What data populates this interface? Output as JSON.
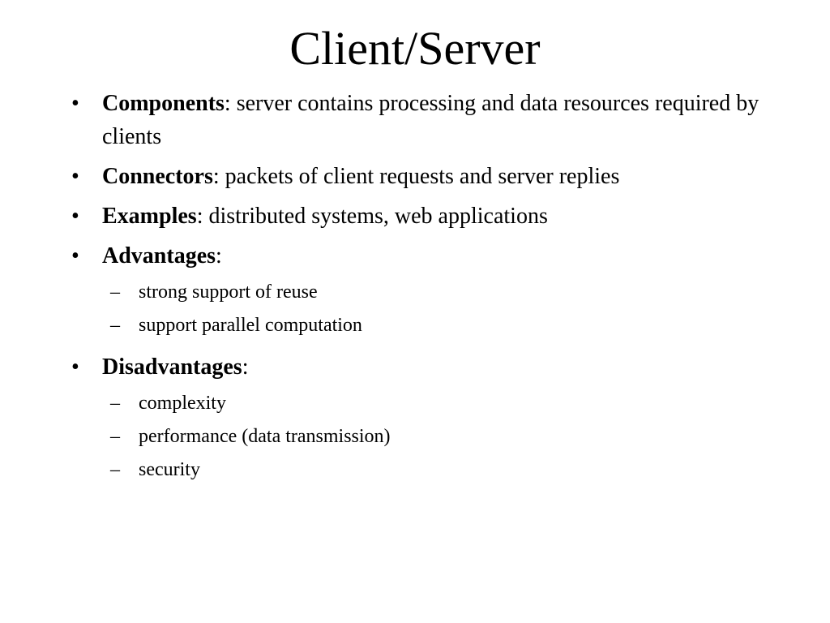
{
  "slide": {
    "title": "Client/Server",
    "bullet_symbol": "•",
    "dash_symbol": "–",
    "items": [
      {
        "term": "Components",
        "colon": ":",
        "text": " server contains processing and data resources required by clients"
      },
      {
        "term": "Connectors",
        "colon": ":",
        "text": " packets of client requests and server replies"
      },
      {
        "term": "Examples",
        "colon": ":",
        "text": " distributed systems, web applications"
      },
      {
        "term": "Advantages",
        "colon": ":",
        "text": "",
        "subitems": [
          "strong support of reuse",
          "support parallel computation"
        ]
      },
      {
        "term": "Disadvantages",
        "colon": ":",
        "text": "",
        "subitems": [
          "complexity",
          "performance (data transmission)",
          "security"
        ]
      }
    ]
  }
}
